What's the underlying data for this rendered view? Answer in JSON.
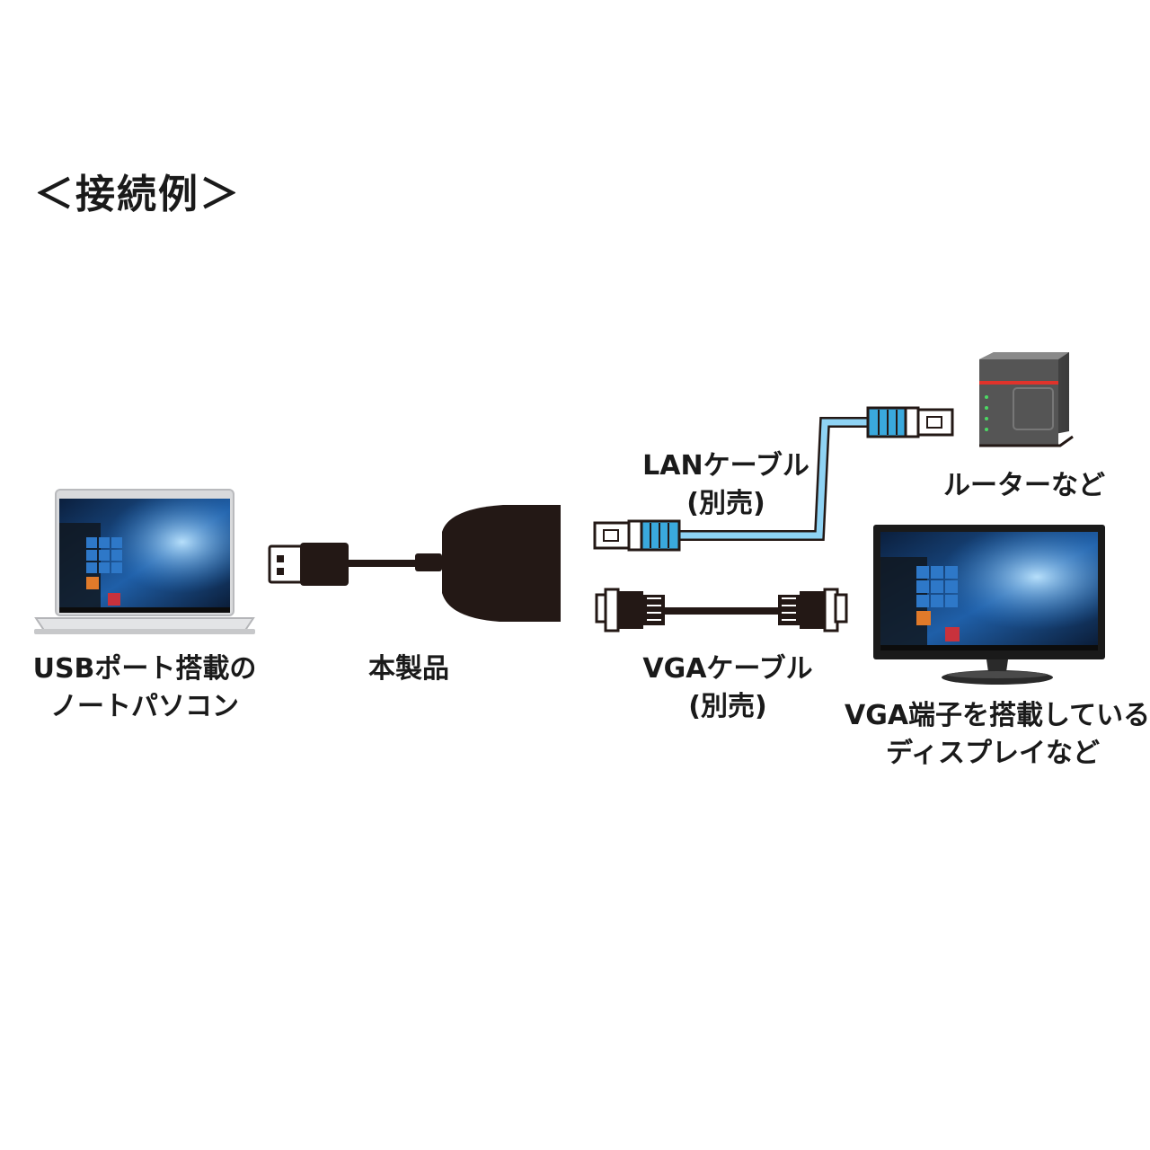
{
  "title": "＜接続例＞",
  "devices": {
    "laptop": {
      "line1": "USBポート搭載の",
      "line2": "ノートパソコン"
    },
    "product": {
      "label": "本製品"
    },
    "lan_cable": {
      "line1": "LANケーブル",
      "line2": "(別売)"
    },
    "router": {
      "label": "ルーターなど"
    },
    "vga_cable": {
      "line1": "VGAケーブル",
      "line2": "(別売)"
    },
    "display": {
      "line1": "VGA端子を搭載している",
      "line2": "ディスプレイなど"
    }
  },
  "colors": {
    "lan_cable": "#8fd3f4",
    "lan_plug": "#3aa9dd",
    "adapter_body": "#231815",
    "router_body": "#4a4a4a",
    "router_led": "#e0332b",
    "screen_blue": "#1f5fa8"
  }
}
